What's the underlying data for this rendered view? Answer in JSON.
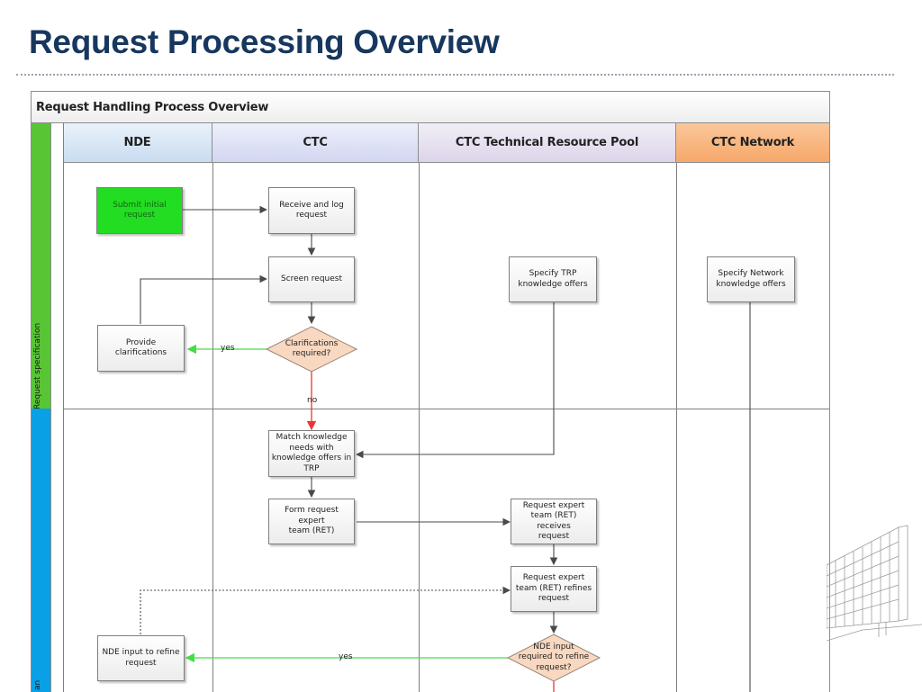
{
  "slide": {
    "title": "Request Processing Overview"
  },
  "diagram": {
    "title": "Request Handling Process Overview",
    "lanes": [
      {
        "label": "NDE",
        "color": "#c9dcf0"
      },
      {
        "label": "CTC",
        "color": "#d2d6f0"
      },
      {
        "label": "CTC Technical Resource Pool",
        "color": "#dcd5ea"
      },
      {
        "label": "CTC Network",
        "color": "#f6a86a"
      }
    ],
    "phases": [
      {
        "label": "Request specification",
        "color": "#58c535"
      },
      {
        "label": "an",
        "color": "#0aa0e6"
      }
    ],
    "nodes": {
      "submit": "Submit initial\nrequest",
      "receive": "Receive and log\nrequest",
      "screen": "Screen request",
      "specify_trp": "Specify TRP\nknowledge offers",
      "specify_network": "Specify Network\nknowledge offers",
      "provide": "Provide\nclarifications",
      "clarifications": "Clarifications\nrequired?",
      "match": "Match knowledge\nneeds with\nknowledge offers in\nTRP",
      "form": "Form request expert\nteam (RET)",
      "ret_receives": "Request expert\nteam (RET) receives\nrequest",
      "ret_refines": "Request expert\nteam (RET) refines\nrequest",
      "nde_input": "NDE input to refine\nrequest",
      "nde_decision": "NDE input\nrequired to refine\nrequest?"
    },
    "edge_labels": {
      "yes_clarify": "yes",
      "no_clarify": "no",
      "yes_refine": "yes"
    },
    "colors": {
      "start_node": "#22dd22",
      "decision_fill": "#f8d8c0",
      "yes_arrow": "#44dd44",
      "no_arrow": "#ee3333"
    }
  }
}
